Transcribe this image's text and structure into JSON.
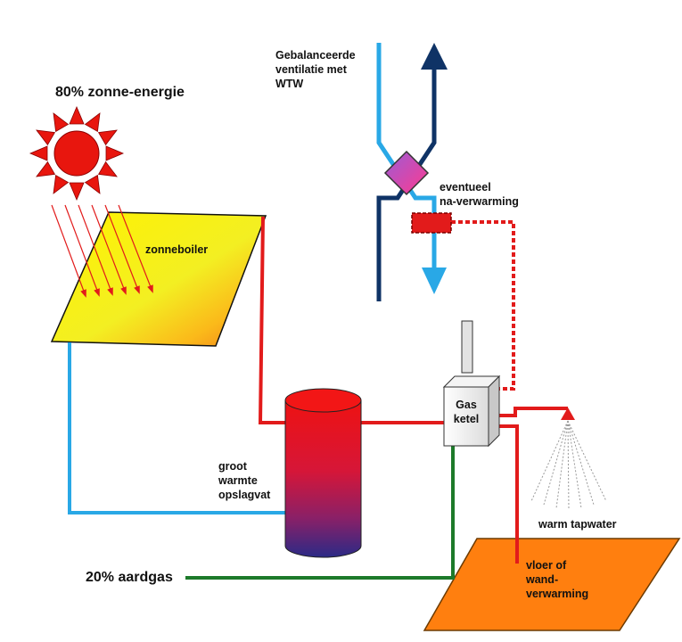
{
  "labels": {
    "solar_energy": "80% zonne-energie",
    "ventilation": [
      "Gebalanceerde",
      "ventilatie met",
      "WTW"
    ],
    "post_heating": [
      "eventueel",
      "na-verwarming"
    ],
    "solar_boiler": "zonneboiler",
    "gas_boiler": [
      "Gas",
      "ketel"
    ],
    "storage_tank": [
      "groot",
      "warmte",
      "opslagvat"
    ],
    "hot_tap_water": "warm tapwater",
    "natural_gas": "20% aardgas",
    "floor_heating": [
      "vloer of",
      "wand-",
      "verwarming"
    ]
  },
  "colors": {
    "hot_pipe": "#e21b1b",
    "cold_pipe": "#29a8e6",
    "gas_pipe": "#1d7a2a",
    "exhaust_air": "#0f3366",
    "sun": "#e8160e",
    "floor": "#ff7f0f"
  }
}
